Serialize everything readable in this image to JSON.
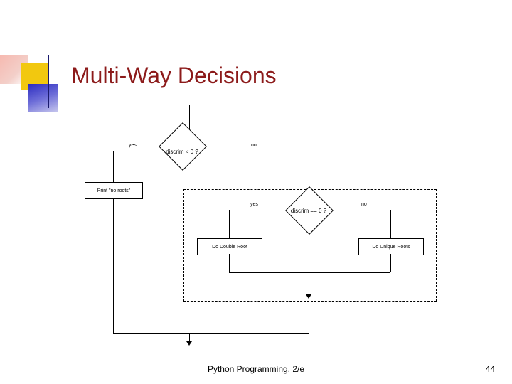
{
  "slide": {
    "title": "Multi-Way Decisions",
    "footer_center": "Python Programming, 2/e",
    "page_number": "44",
    "title_color": "#8C1A1A",
    "rule_color": "#1A1A6E",
    "deco_yellow": "#F2C80F",
    "deco_blue": "#2B2BC0",
    "deco_red": "#F6B9B0"
  },
  "flowchart": {
    "decisions": [
      {
        "id": "discrim-lt-0",
        "label": "discrim < 0 ?",
        "yes_label": "yes",
        "no_label": "no"
      },
      {
        "id": "discrim-eq-0",
        "label": "discrim == 0 ?",
        "yes_label": "yes",
        "no_label": "no"
      }
    ],
    "processes": [
      {
        "id": "print-no-roots",
        "label": "Print \"no roots\""
      },
      {
        "id": "do-double-root",
        "label": "Do Double Root"
      },
      {
        "id": "do-unique-roots",
        "label": "Do Unique Roots"
      }
    ]
  }
}
